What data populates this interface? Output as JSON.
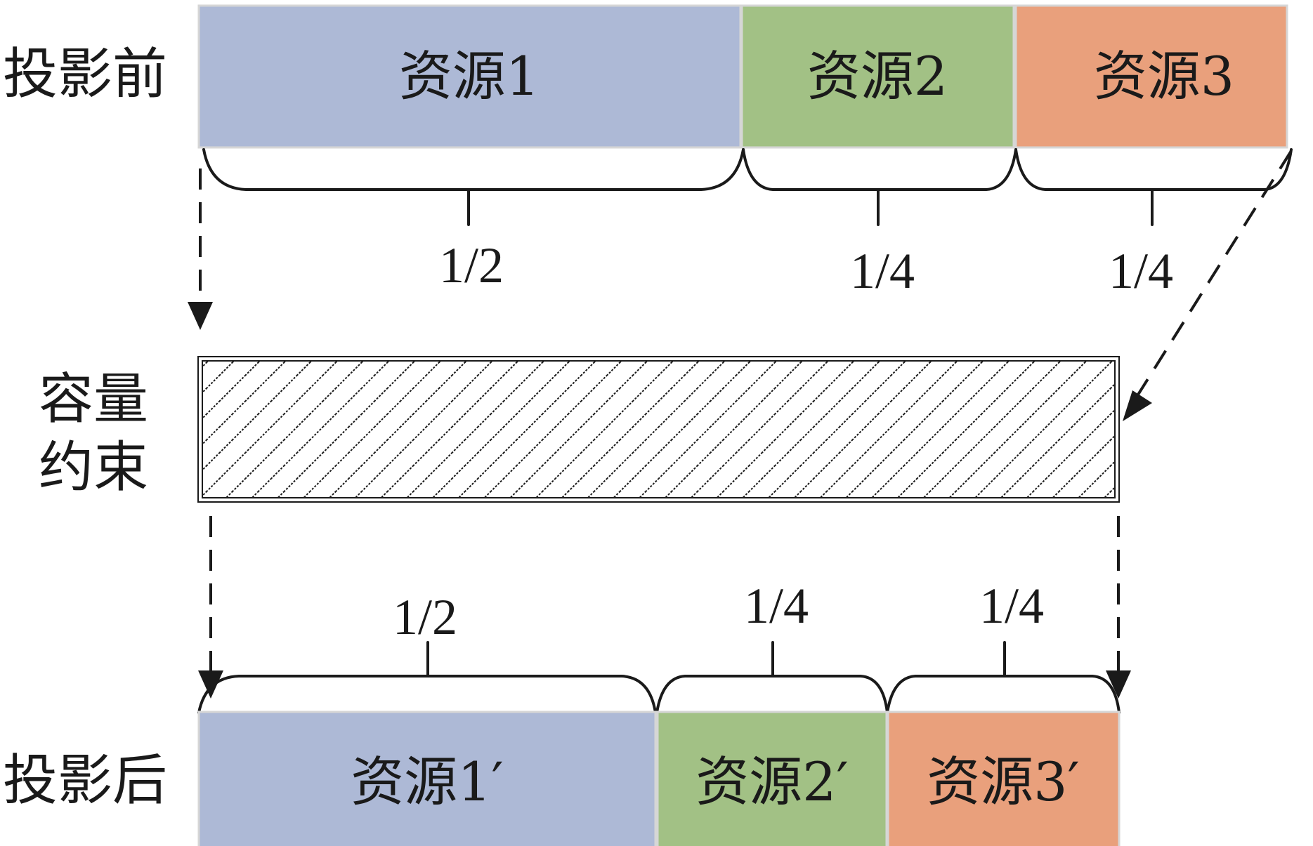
{
  "labels": {
    "before": "投影前",
    "constraint_line1": "容量",
    "constraint_line2": "约束",
    "after": "投影后"
  },
  "before_blocks": [
    {
      "label": "资源1",
      "color": "#adb9d6"
    },
    {
      "label": "资源2",
      "color": "#a2c185"
    },
    {
      "label": "资源3",
      "color": "#e9a07c"
    }
  ],
  "after_blocks": [
    {
      "label": "资源1′",
      "color": "#adb9d6"
    },
    {
      "label": "资源2′",
      "color": "#a2c185"
    },
    {
      "label": "资源3′",
      "color": "#e9a07c"
    }
  ],
  "before_fractions": [
    "1/2",
    "1/4",
    "1/4"
  ],
  "after_fractions": [
    "1/2",
    "1/4",
    "1/4"
  ],
  "colors": {
    "stroke": "#1a1a1a",
    "hatch": "#1a1a1a"
  }
}
